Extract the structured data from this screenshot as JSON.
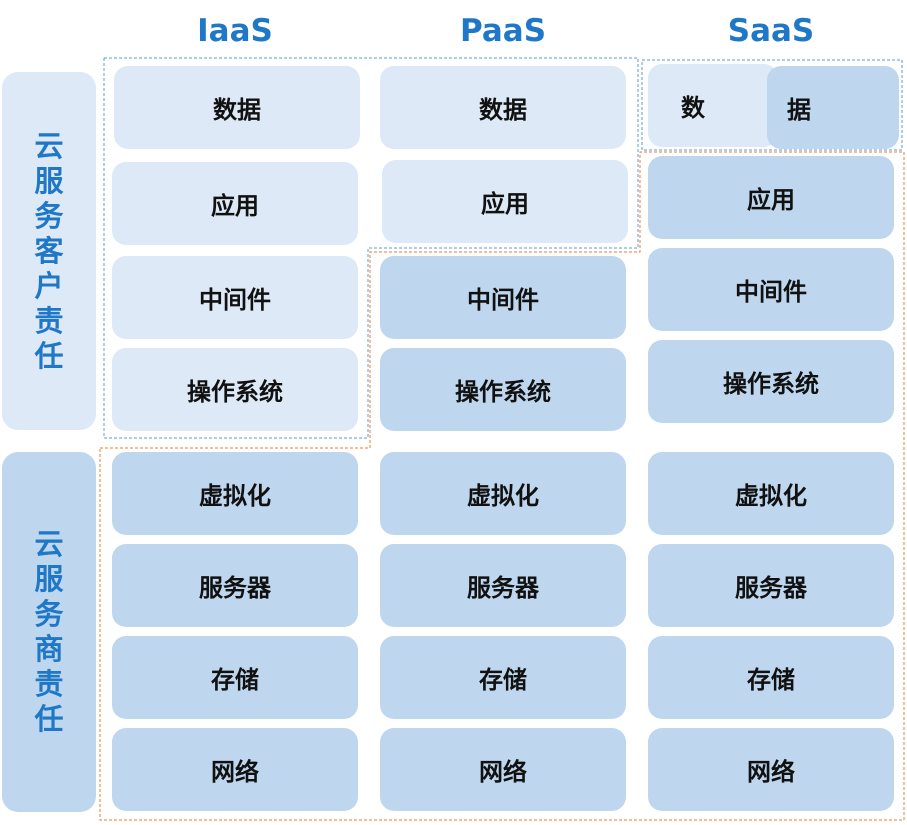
{
  "colors": {
    "title": "#1f77c8",
    "customer_cell": "#dde9f6",
    "provider_cell": "#bfd7ee",
    "customer_outline": "#5b9bd5",
    "provider_outline": "#ed7d31"
  },
  "columns": [
    {
      "label": "IaaS"
    },
    {
      "label": "PaaS"
    },
    {
      "label": "SaaS"
    }
  ],
  "sides": {
    "customer": "云服务客户责任",
    "provider": "云服务商责任"
  },
  "layers": {
    "data": "数据",
    "application": "应用",
    "middleware": "中间件",
    "os": "操作系统",
    "virtualization": "虚拟化",
    "server": "服务器",
    "storage": "存储",
    "network": "网络"
  },
  "saas_data_split": [
    "数",
    "据"
  ]
}
